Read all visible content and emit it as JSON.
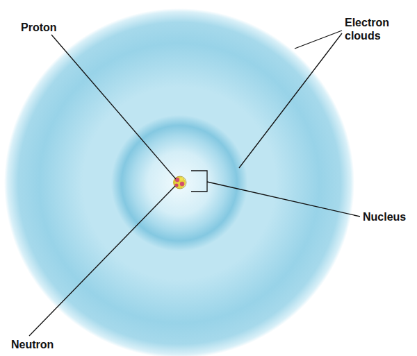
{
  "diagram": {
    "labels": [
      "Proton",
      "Electron clouds",
      "Nucleus",
      "Neutron"
    ]
  }
}
